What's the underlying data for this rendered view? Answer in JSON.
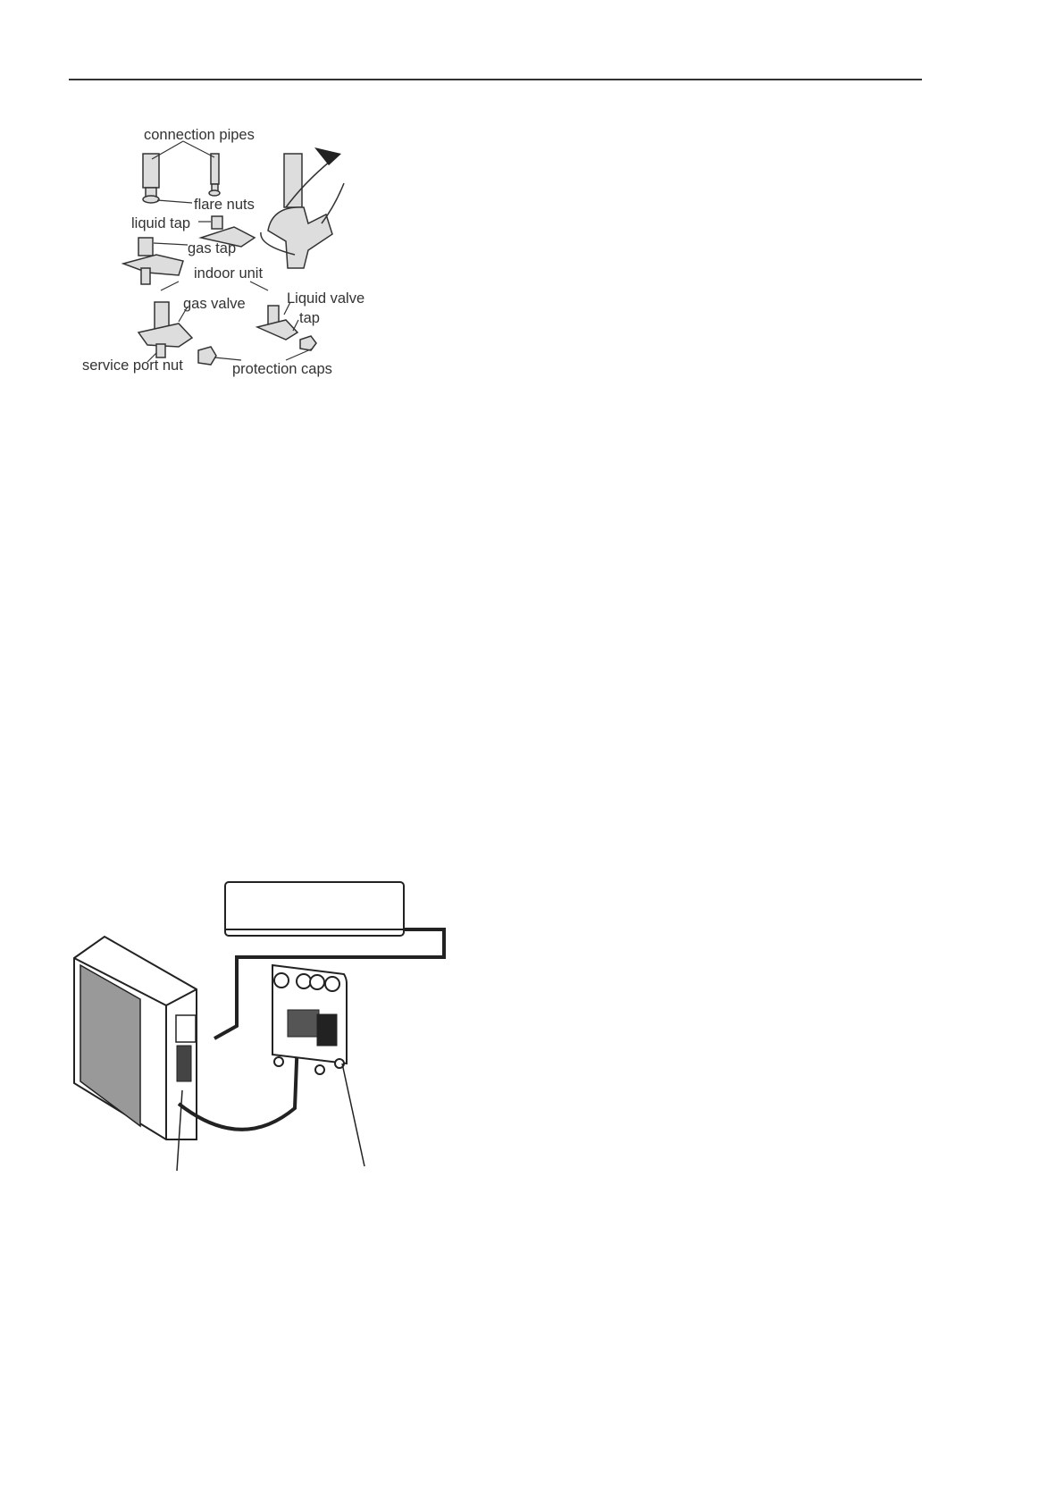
{
  "figure_valves": {
    "labels": {
      "connection_pipes": "connection pipes",
      "flare_nuts": "flare nuts",
      "liquid_tap": "liquid tap",
      "gas_tap": "gas tap",
      "indoor_unit": "indoor unit",
      "gas_valve": "gas valve",
      "liquid_valve": "Liquid valve",
      "tap": "tap",
      "service_port_nut": "service port nut",
      "protection_caps": "protection caps"
    }
  },
  "figure_vacuum": {}
}
